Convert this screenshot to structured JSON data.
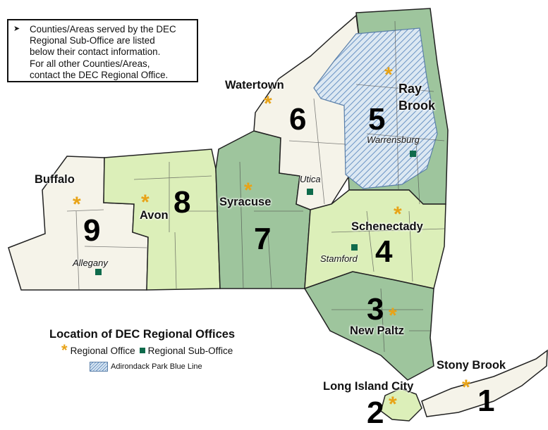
{
  "note": {
    "lines": [
      "Counties/Areas served by the DEC",
      "Regional Sub-Office are listed",
      "below their contact information.",
      "For all other Counties/Areas,",
      "contact the DEC Regional Office."
    ]
  },
  "regions": [
    {
      "number": "1",
      "office": "Stony Brook"
    },
    {
      "number": "2",
      "office": "Long Island City"
    },
    {
      "number": "3",
      "office": "New Paltz"
    },
    {
      "number": "4",
      "office": "Schenectady"
    },
    {
      "number": "5",
      "office": "Ray Brook"
    },
    {
      "number": "6",
      "office": "Watertown"
    },
    {
      "number": "7",
      "office": "Syracuse"
    },
    {
      "number": "8",
      "office": "Avon"
    },
    {
      "number": "9",
      "office": "Buffalo"
    }
  ],
  "sub_offices": [
    "Warrensburg",
    "Utica",
    "Stamford",
    "Allegany"
  ],
  "ray_brook_lines": [
    "Ray",
    "Brook"
  ],
  "legend": {
    "title": "Location of DEC Regional Offices",
    "regional_office": "Regional Office",
    "sub_office": "Regional Sub-Office",
    "park_line": "Adirondack Park Blue Line"
  },
  "colors": {
    "dark_green": "#9ec59d",
    "light_green": "#dcefb9",
    "cream": "#f5f3e9",
    "park_blue": "#6a93c4",
    "star": "#e8a317",
    "sub_office": "#0f6b4c"
  }
}
